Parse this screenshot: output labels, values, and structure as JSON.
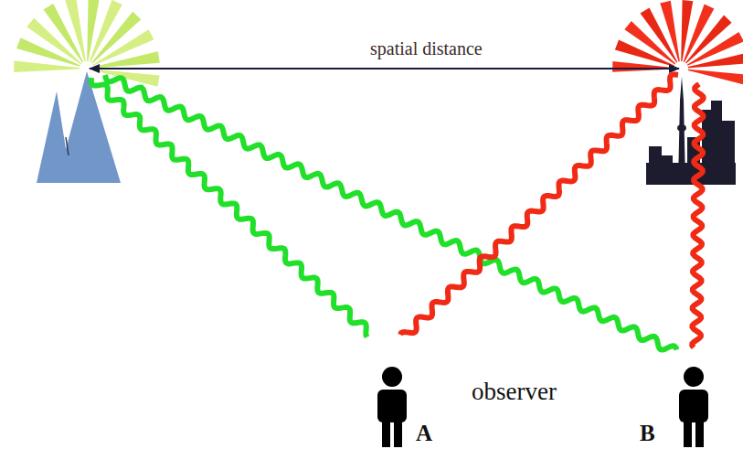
{
  "diagram": {
    "labels": [
      "spatial distance",
      "observer",
      "A",
      "B"
    ]
  }
}
